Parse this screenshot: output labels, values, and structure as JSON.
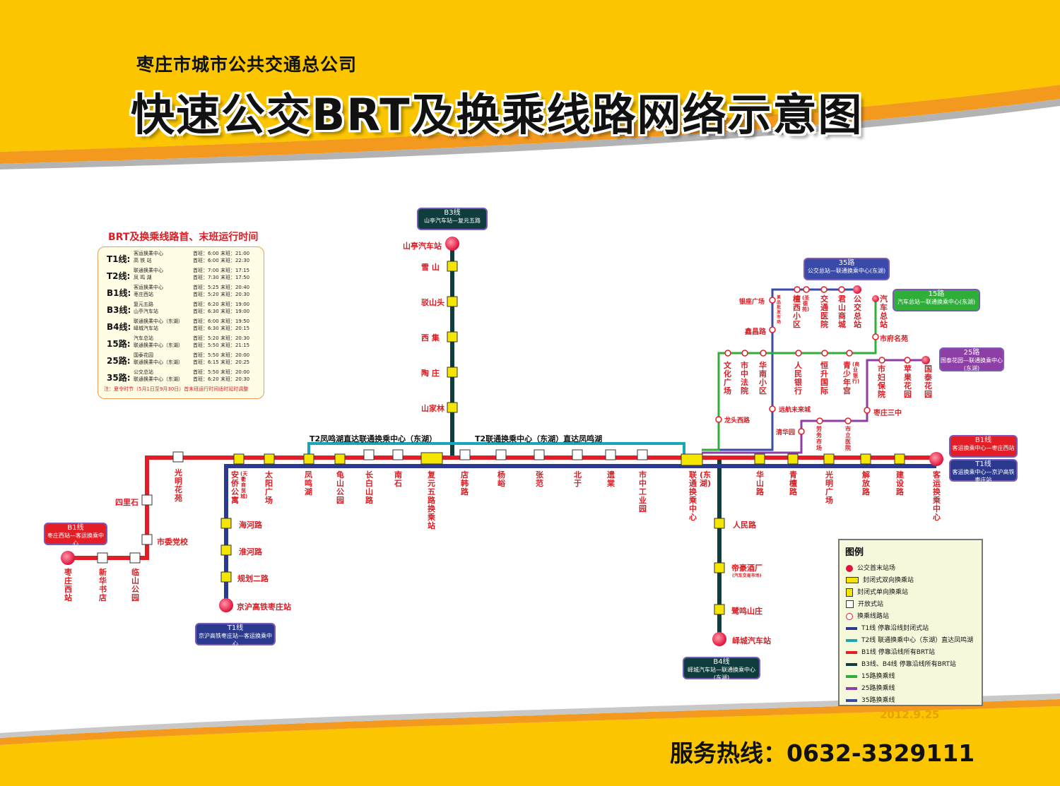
{
  "header": {
    "company": "枣庄市城市公共交通总公司",
    "title": "快速公交BRT及换乘线路网络示意图"
  },
  "schedule": {
    "title": "BRT及换乘线路首、末班运行时间",
    "rows": [
      {
        "line": "T1线:",
        "stops": [
          "客运换乘中心",
          "高 铁 站"
        ],
        "times": [
          "首班：6:00   末班：21:00",
          "首班：6:00   末班：22:30"
        ]
      },
      {
        "line": "T2线:",
        "stops": [
          "联通换乘中心",
          "凤 鸣 湖"
        ],
        "times": [
          "首班：7:00   末班：17:15",
          "首班：7:30   末班：17:50"
        ]
      },
      {
        "line": "B1线:",
        "stops": [
          "客运换乘中心",
          "枣庄西站"
        ],
        "times": [
          "首班：5:25   末班：20:40",
          "首班：5:20   末班：20:30"
        ]
      },
      {
        "line": "B3线:",
        "stops": [
          "复元五路",
          "山亭汽车站"
        ],
        "times": [
          "首班：6:20   末班：19:00",
          "首班：6:30   末班：19:00"
        ]
      },
      {
        "line": "B4线:",
        "stops": [
          "联通换乘中心（东湖）",
          "峄城汽车站"
        ],
        "times": [
          "首班：6:00   末班：19:50",
          "首班：6:30   末班：20:15"
        ]
      },
      {
        "line": "15路:",
        "stops": [
          "汽车总站",
          "联通换乘中心（东湖）"
        ],
        "times": [
          "首班：5:20   末班：20:30",
          "首班：5:50   末班：21:15"
        ]
      },
      {
        "line": "25路:",
        "stops": [
          "国泰花园",
          "联通换乘中心（东湖）"
        ],
        "times": [
          "首班：5:50   末班：20:00",
          "首班：6:15   末班：20:25"
        ]
      },
      {
        "line": "35路:",
        "stops": [
          "公交总站",
          "联通换乘中心（东湖）"
        ],
        "times": [
          "首班：5:50   末班：20:00",
          "首班：6:20   末班：20:30"
        ]
      }
    ],
    "note": "注：夏令时节（5月1日至9月30日）首末班运行时间适时延时调整"
  },
  "route_boxes": {
    "b3": {
      "name": "B3线",
      "desc": "山亭汽车站—复元五路"
    },
    "r35": {
      "name": "35路",
      "desc": "公交总站—联通换乘中心(东湖)"
    },
    "r15": {
      "name": "15路",
      "desc": "汽车总站—联通换乘中心(东湖)"
    },
    "r25": {
      "name": "25路",
      "desc": "国泰花园—联通换乘中心(东湖)"
    },
    "b1e": {
      "name": "B1线",
      "desc": "客运换乘中心—枣庄西站"
    },
    "t1e": {
      "name": "T1线",
      "desc": "客运换乘中心—京沪高铁枣庄站"
    },
    "b1w": {
      "name": "B1线",
      "desc": "枣庄西站—客运换乘中心"
    },
    "t1s": {
      "name": "T1线",
      "desc": "京沪高铁枣庄站—客运换乘中心"
    },
    "b4": {
      "name": "B4线",
      "desc": "峄城汽车站—联通换乘中心(东湖)"
    }
  },
  "t2_labels": {
    "west": "T2凤鸣湖直达联通换乘中心（东湖）",
    "east": "T2联通换乘中心（东湖）直达凤鸣湖"
  },
  "stations": {
    "b3": [
      "山亭汽车站",
      "雪 山",
      "驳山头",
      "西 集",
      "陶 庄",
      "山家林"
    ],
    "main": [
      "光明花苑",
      "安侨公寓",
      "太阳广场",
      "凤鸣湖",
      "龟山公园",
      "长白山路",
      "南石",
      "复元五路换乘站",
      "店韩路",
      "杨峪",
      "张范",
      "北于",
      "遗棠",
      "市中工业园",
      "联通换乘中心",
      "华山路",
      "青檀路",
      "光明广场",
      "解放路",
      "建设路",
      "客运换乘中心"
    ],
    "anqiao_note": "(天衢商贸城)",
    "dongh_note": "(东湖)",
    "b1_sw": [
      "四里石",
      "市委党校",
      "临山公园",
      "新华书店",
      "枣庄西站"
    ],
    "t1_s": [
      "海河路",
      "淮河路",
      "规划二路",
      "京沪高铁枣庄站"
    ],
    "b4": [
      "人民路",
      "帝豪酒厂",
      "鹭鸣山庄",
      "峄城汽车站"
    ],
    "dihao_note": "(汽车交易市场)",
    "r35": [
      "银座广场",
      "鑫昌路",
      "果品批发市场",
      "檀西小区",
      "(圣德苑)",
      "交通医院",
      "君山商城",
      "公交总站"
    ],
    "r15": [
      "汽车总站",
      "市府名苑",
      "文化广场",
      "市中法院",
      "华南小区",
      "人民银行",
      "恒升国际",
      "青少年宫",
      "(商业银行)",
      "龙头西路"
    ],
    "r25": [
      "国泰花园",
      "苹果花园",
      "市妇保院",
      "枣庄三中",
      "远航未来城",
      "清华园",
      "劳务市场",
      "市立医院"
    ]
  },
  "legend": {
    "title": "图例",
    "items": [
      "公交首末站场",
      "封闭式双向换乘站",
      "封闭式单向换乘站",
      "开放式站",
      "换乘线路站",
      "T1线  停靠沿线封闭式站",
      "T2线  联通换乘中心（东湖）直达凤鸣湖",
      "B1线  停靠沿线所有BRT站",
      "B3线、B4线  停靠沿线所有BRT站",
      "15路换乘线",
      "25路换乘线",
      "35路换乘线"
    ]
  },
  "date": "2012.9.25",
  "hotline": "服务热线：0632-3329111",
  "colors": {
    "t1": "#2b3a8f",
    "t2": "#1aa6b7",
    "b1": "#e41e26",
    "b3b4": "#0f3d3e",
    "r15": "#2fae3a",
    "r25": "#8e3fa6",
    "r35": "#3a4aa8",
    "station": "#f4e600",
    "header": "#f5b800"
  }
}
